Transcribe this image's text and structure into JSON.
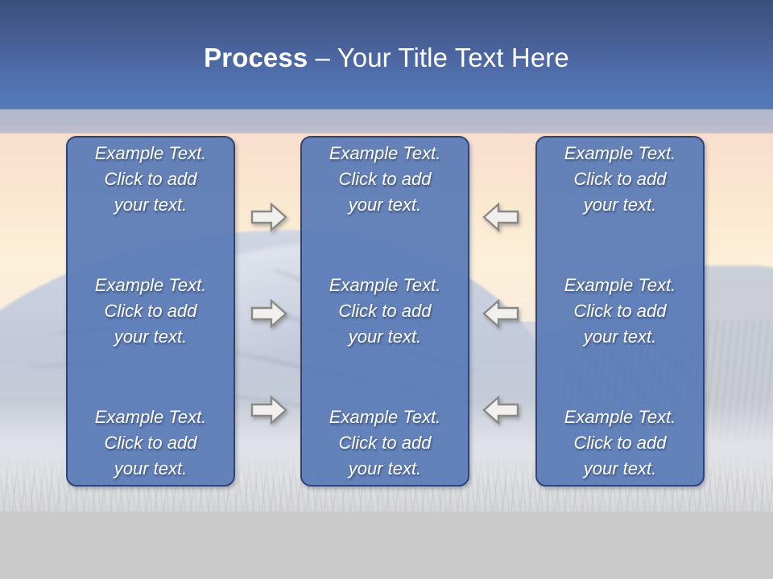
{
  "slide": {
    "title": {
      "bold_part": "Process",
      "rest_part": " – Your Title Text Here"
    },
    "colors": {
      "header_top": "#39507e",
      "header_bottom": "#5379b8",
      "header_strip": "#b4b8cd",
      "box_fill": "#5b7bb7",
      "box_border": "#2f4473",
      "box_text": "#ffffff",
      "arrow_fill": "#f2f0ee",
      "arrow_outline": "#8a8a84",
      "background_base": "#cacaca"
    }
  },
  "columns": [
    {
      "id": "column-1",
      "blocks": [
        {
          "text": "Example Text.\nClick  to add\nyour text."
        },
        {
          "text": "Example Text.\nClick  to add\nyour text."
        },
        {
          "text": "Example Text.\nClick  to add\nyour text."
        }
      ]
    },
    {
      "id": "column-2",
      "blocks": [
        {
          "text": "Example Text.\nClick  to add\nyour text."
        },
        {
          "text": "Example Text.\nClick  to add\nyour text."
        },
        {
          "text": "Example Text.\nClick  to add\nyour text."
        }
      ]
    },
    {
      "id": "column-3",
      "blocks": [
        {
          "text": "Example Text.\nClick  to add\nyour text."
        },
        {
          "text": "Example Text.\nClick  to add\nyour text."
        },
        {
          "text": "Example Text.\nClick  to add\nyour text."
        }
      ]
    }
  ],
  "connectors": {
    "left_group_icon": "arrow-right-icon",
    "right_group_icon": "arrow-left-icon",
    "rows": 3
  }
}
